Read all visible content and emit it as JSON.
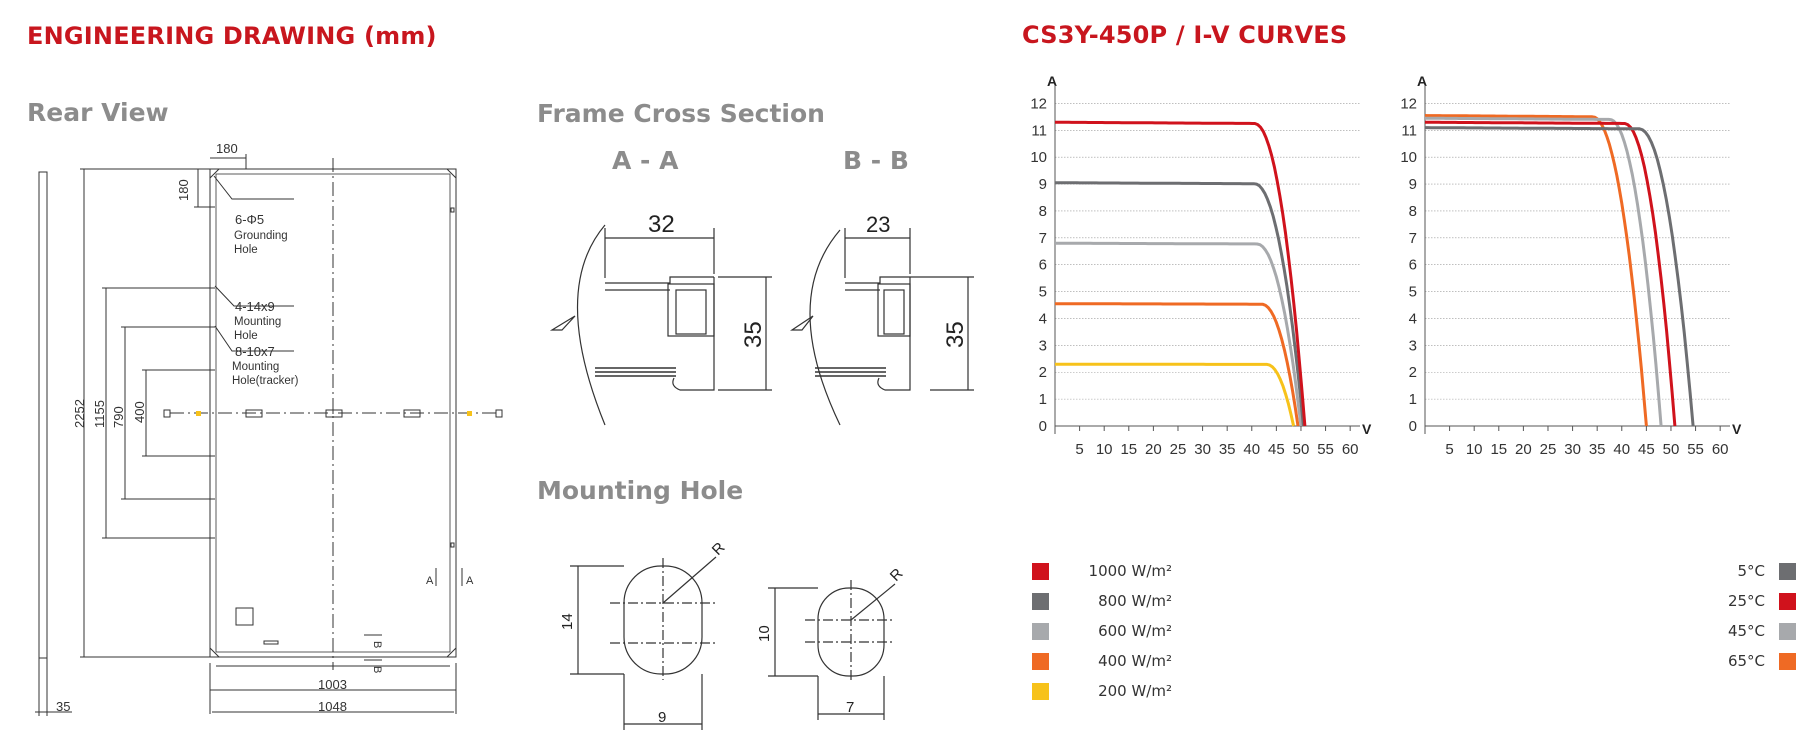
{
  "headings": {
    "engineering": "ENGINEERING DRAWING (mm)",
    "curves": "CS3Y-450P / I-V CURVES",
    "rear_view": "Rear View",
    "frame_cross_section": "Frame Cross Section",
    "section_aa": "A - A",
    "section_bb": "B - B",
    "mounting_hole": "Mounting Hole"
  },
  "rear_view": {
    "dim_top_180": "180",
    "dim_side_180": "180",
    "dim_2252": "2252",
    "dim_1155": "1155",
    "dim_790": "790",
    "dim_400": "400",
    "dim_1003": "1003",
    "dim_1048": "1048",
    "dim_35": "35",
    "grounding_count": "6-Φ5",
    "grounding_l1": "Grounding",
    "grounding_l2": "Hole",
    "mounting_count": "4-14x9",
    "mounting_l1": "Mounting",
    "mounting_l2": "Hole",
    "tracker_count": "8-10x7",
    "tracker_l1": "Mounting",
    "tracker_l2": "Hole(tracker)",
    "section_a": "A",
    "section_b": "B"
  },
  "frame": {
    "aa_width": "32",
    "aa_height": "35",
    "bb_width": "23",
    "bb_height": "35"
  },
  "holes": {
    "big_height": "14",
    "big_width": "9",
    "big_radius": "R",
    "small_height": "10",
    "small_width": "7",
    "small_radius": "R"
  },
  "chart_data": [
    {
      "type": "line",
      "title": "",
      "xlabel": "V",
      "ylabel": "A",
      "xticks": [
        5,
        10,
        15,
        20,
        25,
        30,
        35,
        40,
        45,
        50,
        55,
        60
      ],
      "yticks": [
        0,
        1,
        2,
        3,
        4,
        5,
        6,
        7,
        8,
        9,
        10,
        11,
        12
      ],
      "xlim": [
        0,
        62
      ],
      "ylim": [
        0,
        12.5
      ],
      "grid": true,
      "legend_position": "below-left",
      "series": [
        {
          "name": "1000 W/m²",
          "color": "#d0121c",
          "isc": 11.3,
          "voc": 50.8,
          "vk": 40.5
        },
        {
          "name": "800 W/m²",
          "color": "#6d6e71",
          "isc": 9.05,
          "voc": 50.5,
          "vk": 40.5
        },
        {
          "name": "600 W/m²",
          "color": "#a7a9ac",
          "isc": 6.8,
          "voc": 50.0,
          "vk": 41.0
        },
        {
          "name": "400 W/m²",
          "color": "#ef6a24",
          "isc": 4.55,
          "voc": 49.4,
          "vk": 42.0
        },
        {
          "name": "200 W/m²",
          "color": "#f7c21a",
          "isc": 2.3,
          "voc": 48.5,
          "vk": 43.0
        }
      ]
    },
    {
      "type": "line",
      "title": "",
      "xlabel": "V",
      "ylabel": "A",
      "xticks": [
        5,
        10,
        15,
        20,
        25,
        30,
        35,
        40,
        45,
        50,
        55,
        60
      ],
      "yticks": [
        0,
        1,
        2,
        3,
        4,
        5,
        6,
        7,
        8,
        9,
        10,
        11,
        12
      ],
      "xlim": [
        0,
        62
      ],
      "ylim": [
        0,
        12.5
      ],
      "grid": true,
      "legend_position": "below-right",
      "series": [
        {
          "name": "5°C",
          "color": "#6d6e71",
          "isc": 11.1,
          "voc": 54.5,
          "vk": 43.5
        },
        {
          "name": "25°C",
          "color": "#d0121c",
          "isc": 11.3,
          "voc": 50.8,
          "vk": 40.5
        },
        {
          "name": "45°C",
          "color": "#a7a9ac",
          "isc": 11.45,
          "voc": 48.0,
          "vk": 37.5
        },
        {
          "name": "65°C",
          "color": "#ef6a24",
          "isc": 11.55,
          "voc": 45.0,
          "vk": 34.0
        }
      ]
    }
  ]
}
